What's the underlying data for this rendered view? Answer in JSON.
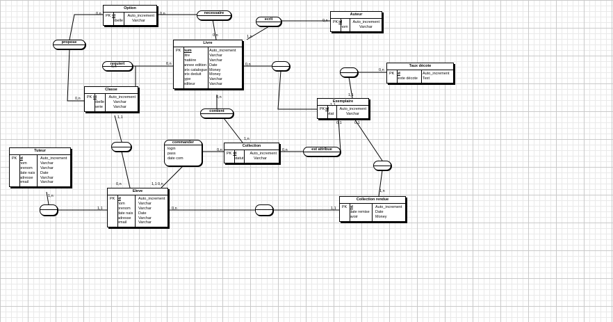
{
  "entities": [
    {
      "id": "option",
      "title": "Option",
      "attrs": [
        {
          "key": "PK",
          "name": "id",
          "pk": true,
          "type": "Auto_increment"
        },
        {
          "key": "",
          "name": "libelle",
          "type": "Varchar"
        }
      ]
    },
    {
      "id": "auteur",
      "title": "Auteur",
      "attrs": [
        {
          "key": "PK",
          "name": "id",
          "pk": true,
          "type": "Auto_increment"
        },
        {
          "key": "",
          "name": "nom",
          "type": "Varchar"
        }
      ]
    },
    {
      "id": "livre",
      "title": "Livre",
      "attrs": [
        {
          "key": "PK",
          "name": "num",
          "pk": true,
          "type": "Auto_increment"
        },
        {
          "key": "",
          "name": "titre",
          "type": "Varchar"
        },
        {
          "key": "",
          "name": "matière",
          "type": "Varchar"
        },
        {
          "key": "",
          "name": "annee edition",
          "type": "Date"
        },
        {
          "key": "",
          "name": "prix catalogue",
          "type": "Money"
        },
        {
          "key": "",
          "name": "prix deduit",
          "type": "Money"
        },
        {
          "key": "",
          "name": "type",
          "type": "Varchar"
        },
        {
          "key": "",
          "name": "editeur",
          "type": "Varchar"
        }
      ]
    },
    {
      "id": "tauxdecote",
      "title": "Taux décote",
      "attrs": [
        {
          "key": "PK",
          "name": "id",
          "pk": true,
          "type": "Auto_increment"
        },
        {
          "key": "",
          "name": "texte décote",
          "type": "Text"
        }
      ]
    },
    {
      "id": "classe",
      "title": "Classe",
      "attrs": [
        {
          "key": "PK",
          "name": "id",
          "pk": true,
          "type": "Auto_increment"
        },
        {
          "key": "",
          "name": "libelle",
          "type": "Varchar"
        },
        {
          "key": "",
          "name": "serie",
          "type": "Varchar"
        }
      ]
    },
    {
      "id": "exemplaire",
      "title": "Exemplaire",
      "attrs": [
        {
          "key": "PK",
          "name": "id",
          "pk": true,
          "type": "Auto_increment"
        },
        {
          "key": "",
          "name": "etat",
          "type": "Varchar"
        }
      ]
    },
    {
      "id": "collection",
      "title": "Collection",
      "attrs": [
        {
          "key": "PK",
          "name": "id",
          "pk": true,
          "type": "Auto_increment"
        },
        {
          "key": "",
          "name": "statut",
          "type": "Varchar"
        }
      ]
    },
    {
      "id": "tuteur",
      "title": "Tuteur",
      "attrs": [
        {
          "key": "PK",
          "name": "id",
          "pk": true,
          "type": "Auto_increment"
        },
        {
          "key": "",
          "name": "nom",
          "type": "Varchar"
        },
        {
          "key": "",
          "name": "prenom",
          "type": "Varchar"
        },
        {
          "key": "",
          "name": "date nais",
          "type": "Date"
        },
        {
          "key": "",
          "name": "adresse",
          "type": "Varchar"
        },
        {
          "key": "",
          "name": "email",
          "type": "Varchar"
        }
      ]
    },
    {
      "id": "eleve",
      "title": "Eleve",
      "attrs": [
        {
          "key": "PK",
          "name": "id",
          "pk": true,
          "type": "Auto_increment"
        },
        {
          "key": "",
          "name": "nom",
          "type": "Varchar"
        },
        {
          "key": "",
          "name": "prenom",
          "type": "Varchar"
        },
        {
          "key": "",
          "name": "date nais",
          "type": "Date"
        },
        {
          "key": "",
          "name": "adresse",
          "type": "Varchar"
        },
        {
          "key": "",
          "name": "email",
          "type": "Varchar"
        }
      ]
    },
    {
      "id": "collectionrendue",
      "title": "Collection rendue",
      "attrs": [
        {
          "key": "PK",
          "name": "id",
          "pk": true,
          "type": "Auto_increment"
        },
        {
          "key": "",
          "name": "date remise",
          "type": "Date"
        },
        {
          "key": "",
          "name": "avoir",
          "type": "Money"
        }
      ]
    }
  ],
  "relations": [
    {
      "id": "necessaire",
      "label": "necessaire"
    },
    {
      "id": "ecrit",
      "label": "ecrit"
    },
    {
      "id": "propose",
      "label": "propose"
    },
    {
      "id": "requiert",
      "label": "requiert"
    },
    {
      "id": "livre_exemplaire",
      "label": ""
    },
    {
      "id": "taux",
      "label": ""
    },
    {
      "id": "contient",
      "label": "contient"
    },
    {
      "id": "classe_eleve",
      "label": ""
    },
    {
      "id": "commander",
      "label": "commander",
      "attrs": [
        "login",
        "pass",
        "date com"
      ]
    },
    {
      "id": "estattribue",
      "label": "est attribue"
    },
    {
      "id": "exemplaire_cr",
      "label": ""
    },
    {
      "id": "tuteur_eleve",
      "label": ""
    },
    {
      "id": "eleve_cr",
      "label": ""
    }
  ],
  "cardinalities": [
    "0,n",
    "0,n",
    "0,n",
    "0,n",
    "1,n",
    "0,n",
    "0,n",
    "0,n",
    "0,n",
    "0,n",
    "1,1",
    "1,1",
    "0,n",
    "1,n",
    "0,n",
    "0,n",
    "1,1",
    "0,n",
    "0,n",
    "0,1",
    "0,1",
    "1,n",
    "1,1",
    "1,n",
    "1,1",
    "0,n",
    "1,1"
  ]
}
